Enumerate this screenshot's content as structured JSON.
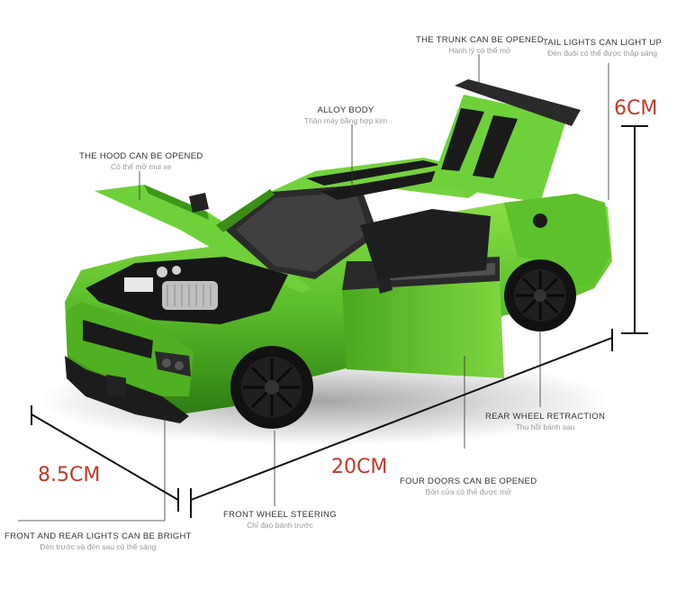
{
  "callouts": {
    "trunk": {
      "en": "THE TRUNK CAN BE OPENED",
      "vi": "Hành lý có thể mở"
    },
    "tail_lights": {
      "en": "TAIL LIGHTS CAN LIGHT UP",
      "vi": "Đèn đuôi có thể được thắp sáng"
    },
    "alloy_body": {
      "en": "ALLOY BODY",
      "vi": "Thân máy bằng hợp kim"
    },
    "hood": {
      "en": "THE HOOD CAN BE OPENED",
      "vi": "Có thể mở mui xe"
    },
    "rear_wheel": {
      "en": "REAR WHEEL RETRACTION",
      "vi": "Thu hồi bánh sau"
    },
    "four_doors": {
      "en": "FOUR DOORS CAN BE OPENED",
      "vi": "Bốn cửa có thể được mở"
    },
    "front_wheel": {
      "en": "FRONT WHEEL STEERING",
      "vi": "Chỉ đạo bánh trước"
    },
    "lights": {
      "en": "FRONT AND REAR LIGHTS CAN BE BRIGHT",
      "vi": "Đèn trước và đèn sau có thể sáng"
    }
  },
  "dimensions": {
    "height": "6CM",
    "width": "8.5CM",
    "length": "20CM"
  },
  "colors": {
    "car_body": "#5bbf2a",
    "stripe": "#1a1a1a",
    "dimension_text": "#c0392b"
  }
}
